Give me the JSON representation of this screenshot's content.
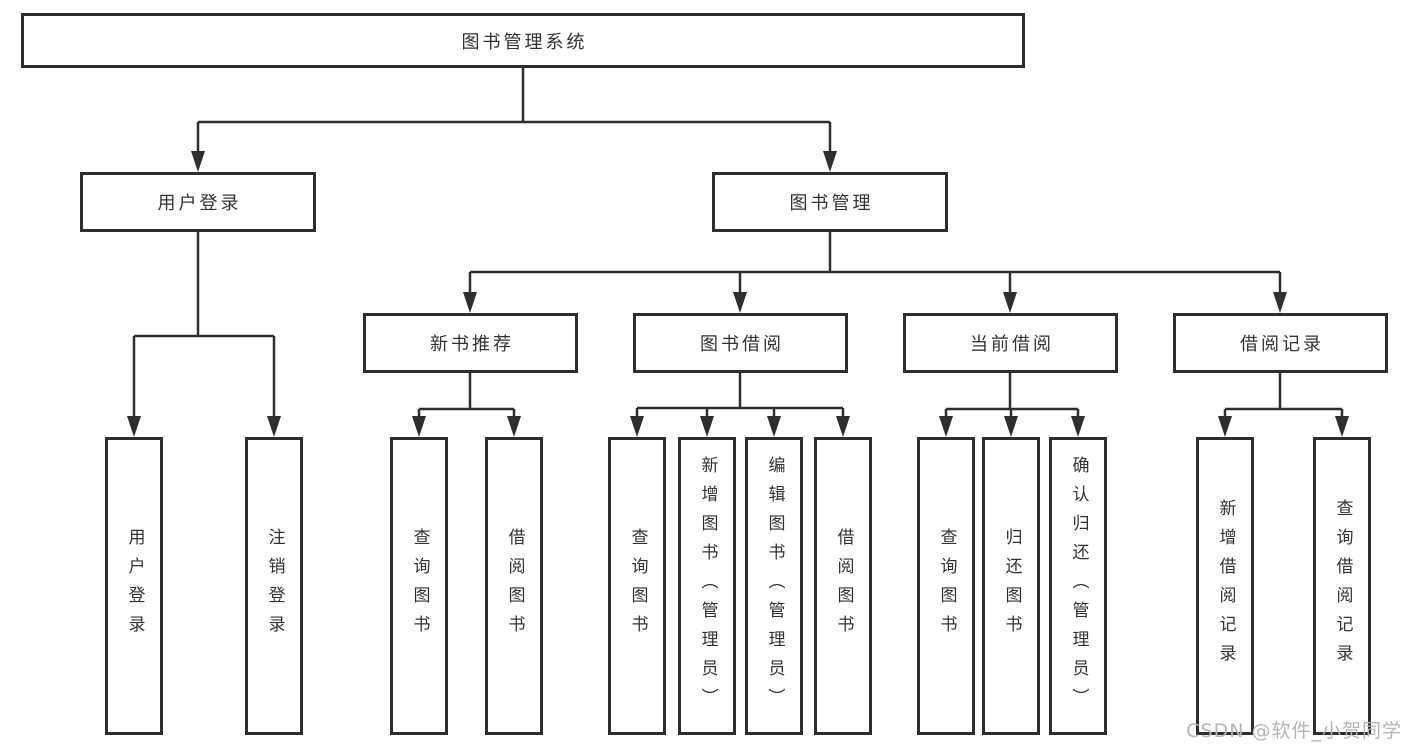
{
  "diagram": {
    "root": {
      "label": "图书管理系统"
    },
    "level2": [
      {
        "label": "用户登录"
      },
      {
        "label": "图书管理"
      }
    ],
    "level3": [
      {
        "label": "新书推荐"
      },
      {
        "label": "图书借阅"
      },
      {
        "label": "当前借阅"
      },
      {
        "label": "借阅记录"
      }
    ],
    "leaves": {
      "user_login": [
        "用户登录",
        "注销登录"
      ],
      "new_book": [
        "查询图书",
        "借阅图书"
      ],
      "borrow": [
        "查询图书",
        "新增图书（管理员）",
        "编辑图书（管理员）",
        "借阅图书"
      ],
      "current": [
        "查询图书",
        "归还图书",
        "确认归还（管理员）"
      ],
      "records": [
        "新增借阅记录",
        "查询借阅记录"
      ]
    }
  },
  "watermark": "CSDN @软件_小贺同学",
  "colors": {
    "line": "#2e2e2e",
    "box_border": "#2e2e2e",
    "text": "#333333",
    "watermark": "#b5b5b5",
    "background": "#ffffff"
  }
}
